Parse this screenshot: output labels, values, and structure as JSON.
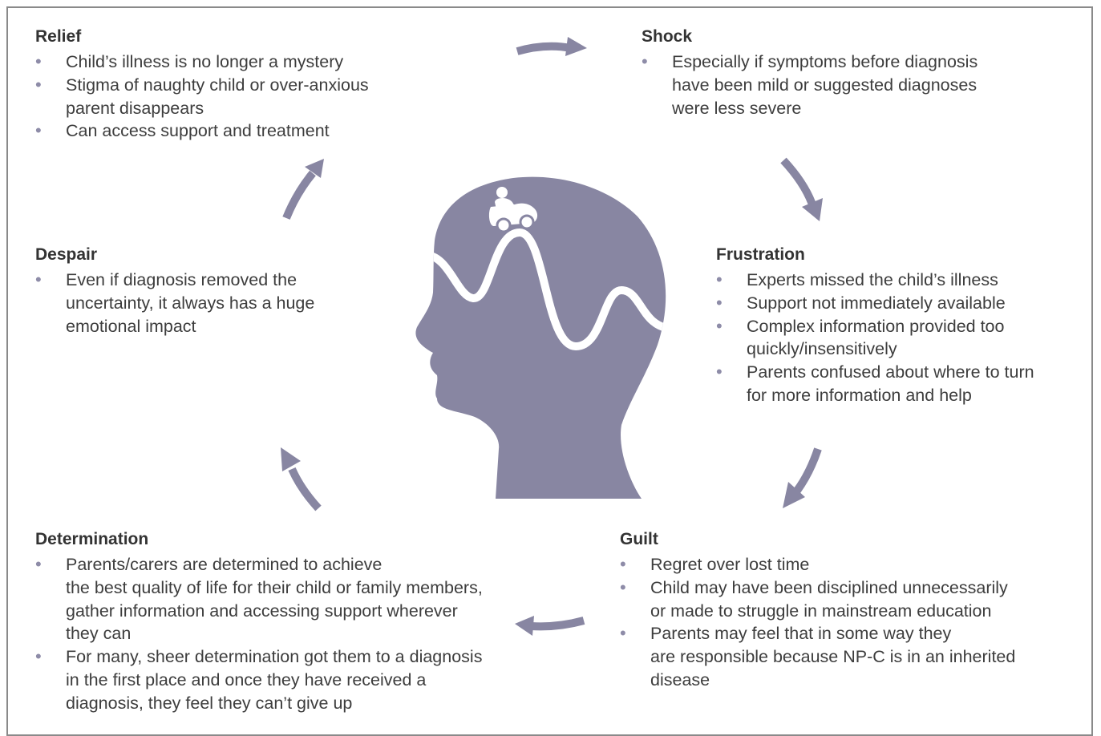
{
  "colors": {
    "accent": "#8886a2",
    "text": "#3d3d3d",
    "border": "#8a8a8a"
  },
  "center_icon": "head-with-wave-and-child-car-icon",
  "stages": {
    "relief": {
      "title": "Relief",
      "bullets": [
        "Child’s illness is no longer a mystery",
        "Stigma of naughty child or over-anxious\nparent disappears",
        "Can access support and treatment"
      ]
    },
    "shock": {
      "title": "Shock",
      "bullets": [
        "Especially if symptoms before diagnosis\nhave been mild or suggested diagnoses\nwere less severe"
      ]
    },
    "frustration": {
      "title": "Frustration",
      "bullets": [
        "Experts missed the child’s illness",
        "Support not immediately available",
        "Complex information provided too\nquickly/insensitively",
        "Parents confused about where to turn\nfor more information and help"
      ]
    },
    "guilt": {
      "title": "Guilt",
      "bullets": [
        "Regret over lost time",
        "Child may have been disciplined unnecessarily\nor made to struggle in mainstream education",
        "Parents may feel that in some way they\nare responsible because NP-C is in an inherited\ndisease"
      ]
    },
    "determination": {
      "title": "Determination",
      "bullets": [
        "Parents/carers are determined to achieve\nthe best quality of life for their child or family members,\ngather information and accessing support wherever\nthey can",
        "For many, sheer determination got them to a diagnosis\nin the first place and once they have received a\ndiagnosis, they feel they can’t give up"
      ]
    },
    "despair": {
      "title": "Despair",
      "bullets": [
        "Even if diagnosis removed the\nuncertainty, it always has a huge\nemotional impact"
      ]
    }
  }
}
